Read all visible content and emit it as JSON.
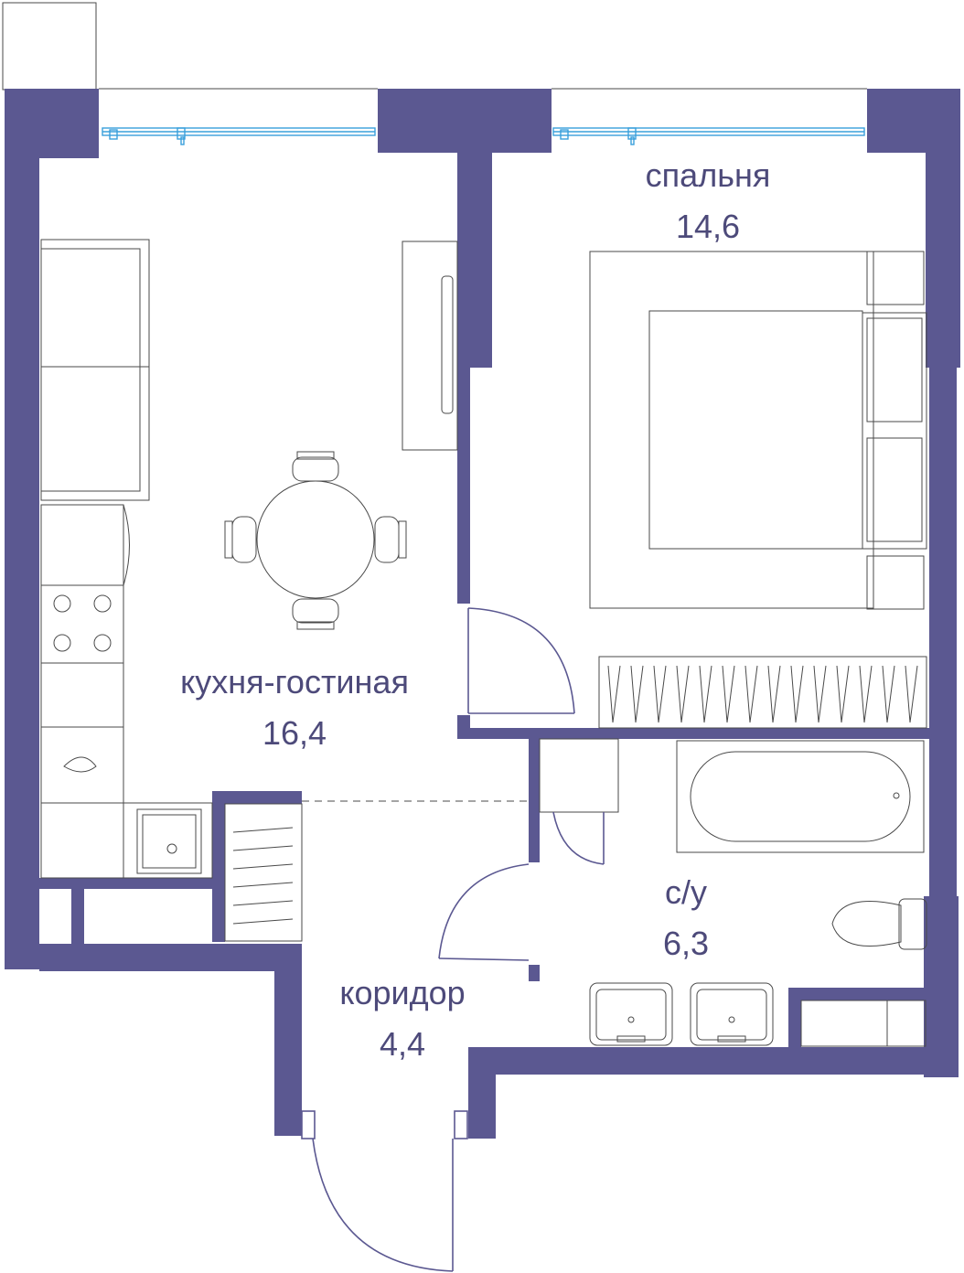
{
  "rooms": {
    "bedroom": {
      "name": "спальня",
      "area": "14,6"
    },
    "kitchen_living": {
      "name": "кухня-гостиная",
      "area": "16,4"
    },
    "bathroom": {
      "name": "с/у",
      "area": "6,3"
    },
    "corridor": {
      "name": "коридор",
      "area": "4,4"
    }
  },
  "colors": {
    "wall": "#5b5891",
    "label": "#4d4a7a",
    "window": "#3aa0dc",
    "furniture": "#4a4a4a"
  }
}
